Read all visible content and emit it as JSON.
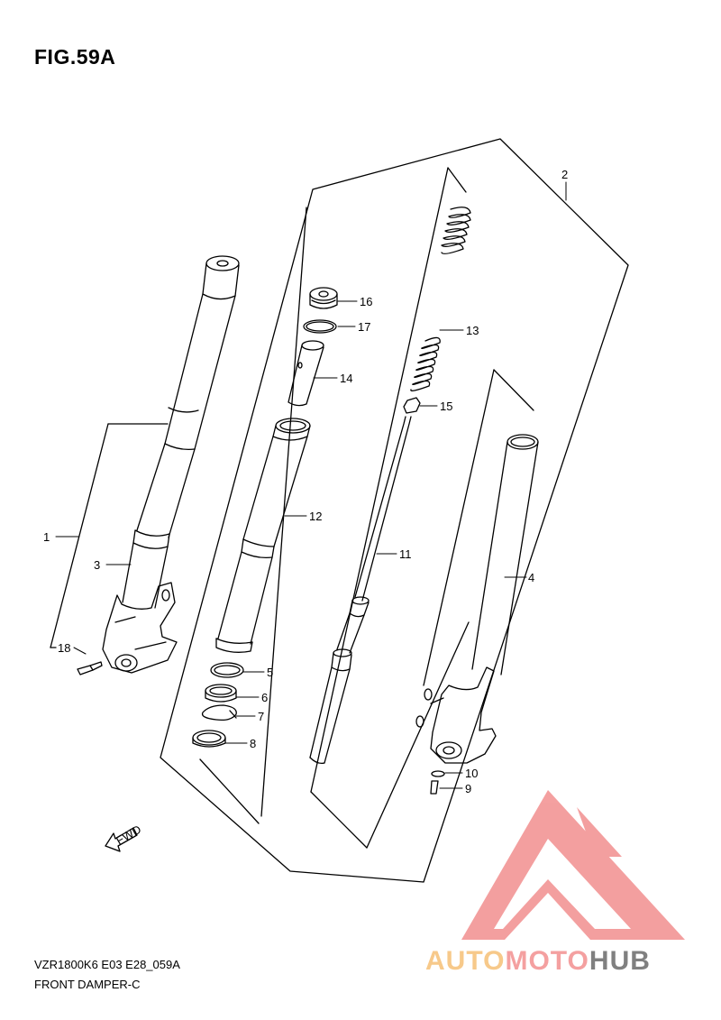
{
  "figure": {
    "title": "FIG.59A",
    "code": "VZR1800K6 E03 E28_059A",
    "name": "FRONT DAMPER-C"
  },
  "callouts": [
    {
      "id": "1",
      "label": "1"
    },
    {
      "id": "2",
      "label": "2"
    },
    {
      "id": "3",
      "label": "3"
    },
    {
      "id": "4",
      "label": "4"
    },
    {
      "id": "5",
      "label": "5"
    },
    {
      "id": "6",
      "label": "6"
    },
    {
      "id": "7",
      "label": "7"
    },
    {
      "id": "8",
      "label": "8"
    },
    {
      "id": "9",
      "label": "9"
    },
    {
      "id": "10",
      "label": "10"
    },
    {
      "id": "11",
      "label": "11"
    },
    {
      "id": "12",
      "label": "12"
    },
    {
      "id": "13",
      "label": "13"
    },
    {
      "id": "14",
      "label": "14"
    },
    {
      "id": "15",
      "label": "15"
    },
    {
      "id": "16",
      "label": "16"
    },
    {
      "id": "17",
      "label": "17"
    },
    {
      "id": "18",
      "label": "18"
    }
  ],
  "direction_marker": {
    "label": "FWD",
    "icon": "fwd-arrow-icon"
  },
  "watermark": {
    "parts": [
      "AUTO",
      "MOTO",
      "HUB"
    ],
    "colors": {
      "auto": "#f7c98a",
      "moto": "#f4a0a0",
      "hub": "#808080",
      "logo": "#f08080"
    }
  }
}
